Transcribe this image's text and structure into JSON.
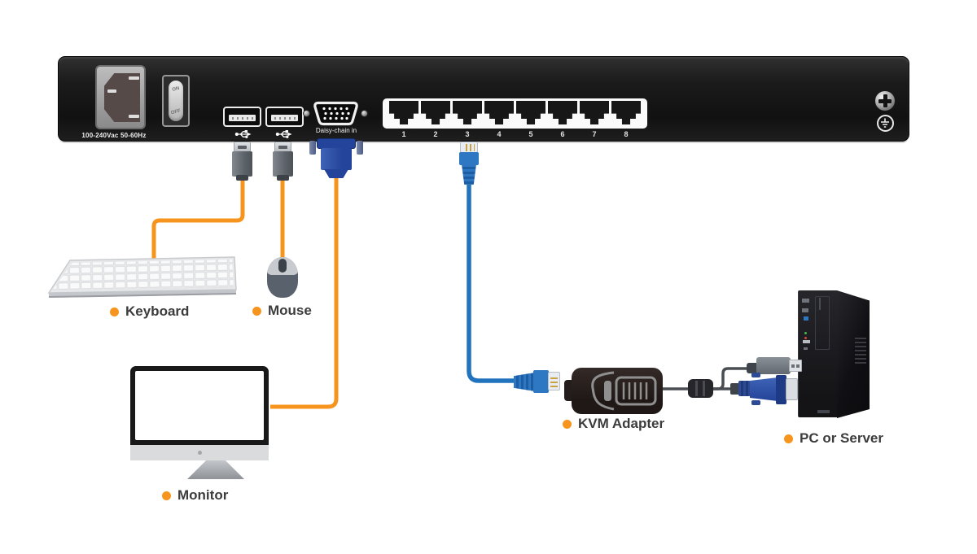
{
  "panel": {
    "power_rating": "100-240Vac 50-60Hz",
    "power_switch": {
      "on": "ON",
      "off": "OFF"
    },
    "daisy_chain_label": "Daisy-chain in",
    "port_numbers": [
      "1",
      "2",
      "3",
      "4",
      "5",
      "6",
      "7",
      "8"
    ]
  },
  "labels": {
    "keyboard": "Keyboard",
    "mouse": "Mouse",
    "monitor": "Monitor",
    "kvm_adapter": "KVM Adapter",
    "pc_or_server": "PC or Server"
  },
  "icons": {
    "usb": "usb-trident",
    "ground": "earth-ground-symbol",
    "screw": "phillips-cross-screw"
  },
  "colors": {
    "cable_orange": "#F7941D",
    "cable_blue": "#2273BE",
    "connector_navy": "#24439A",
    "label_text": "#3C3C3C",
    "device_black": "#1B1B1B"
  }
}
